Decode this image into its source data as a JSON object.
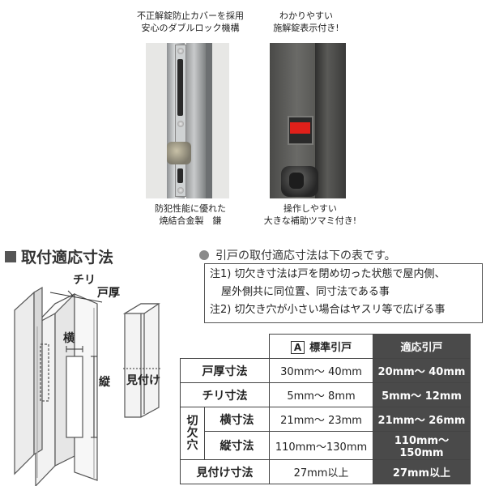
{
  "captions": {
    "left_top": [
      "不正解錠防止カバーを採用",
      "安心のダブルロック機構"
    ],
    "right_top": [
      "わかりやすい",
      "施解錠表示付き!"
    ],
    "left_bottom": [
      "防犯性能に優れた",
      "焼結合金製　鎌"
    ],
    "right_bottom": [
      "操作しやすい",
      "大きな補助ツマミ付き!"
    ]
  },
  "section": {
    "title": "取付適応寸法"
  },
  "bullet_text": "引戸の取付適応寸法は下の表です。",
  "notes": [
    "注1) 切欠き寸法は戸を閉め切った状態で屋内側、",
    "屋外側共に同位置、同寸法である事",
    "注2) 切欠き穴が小さい場合はヤスリ等で広げる事"
  ],
  "diagram_labels": {
    "chiri": "チリ",
    "toatsu": "戸厚",
    "yoko": "横",
    "tate": "縦",
    "mitsuke": "見付け"
  },
  "table": {
    "badge": "A",
    "header_std": "標準引戸",
    "header_fit": "適応引戸",
    "rows": [
      {
        "label": "戸厚寸法",
        "std": "30mm～ 40mm",
        "fit": "20mm～ 40mm"
      },
      {
        "label": "チリ寸法",
        "std": "5mm～ 8mm",
        "fit": "5mm～ 12mm"
      },
      {
        "group": [
          "切",
          "欠",
          "穴"
        ],
        "label": "横寸法",
        "std": "21mm～ 23mm",
        "fit": "21mm～ 26mm"
      },
      {
        "label": "縦寸法",
        "std": "110mm～130mm",
        "fit": "110mm～150mm"
      },
      {
        "label": "見付け寸法",
        "std": "27mm以上",
        "fit": "27mm以上"
      }
    ]
  },
  "colors": {
    "indicator_red": "#e0201a",
    "fit_column": "#4a4a4a"
  }
}
